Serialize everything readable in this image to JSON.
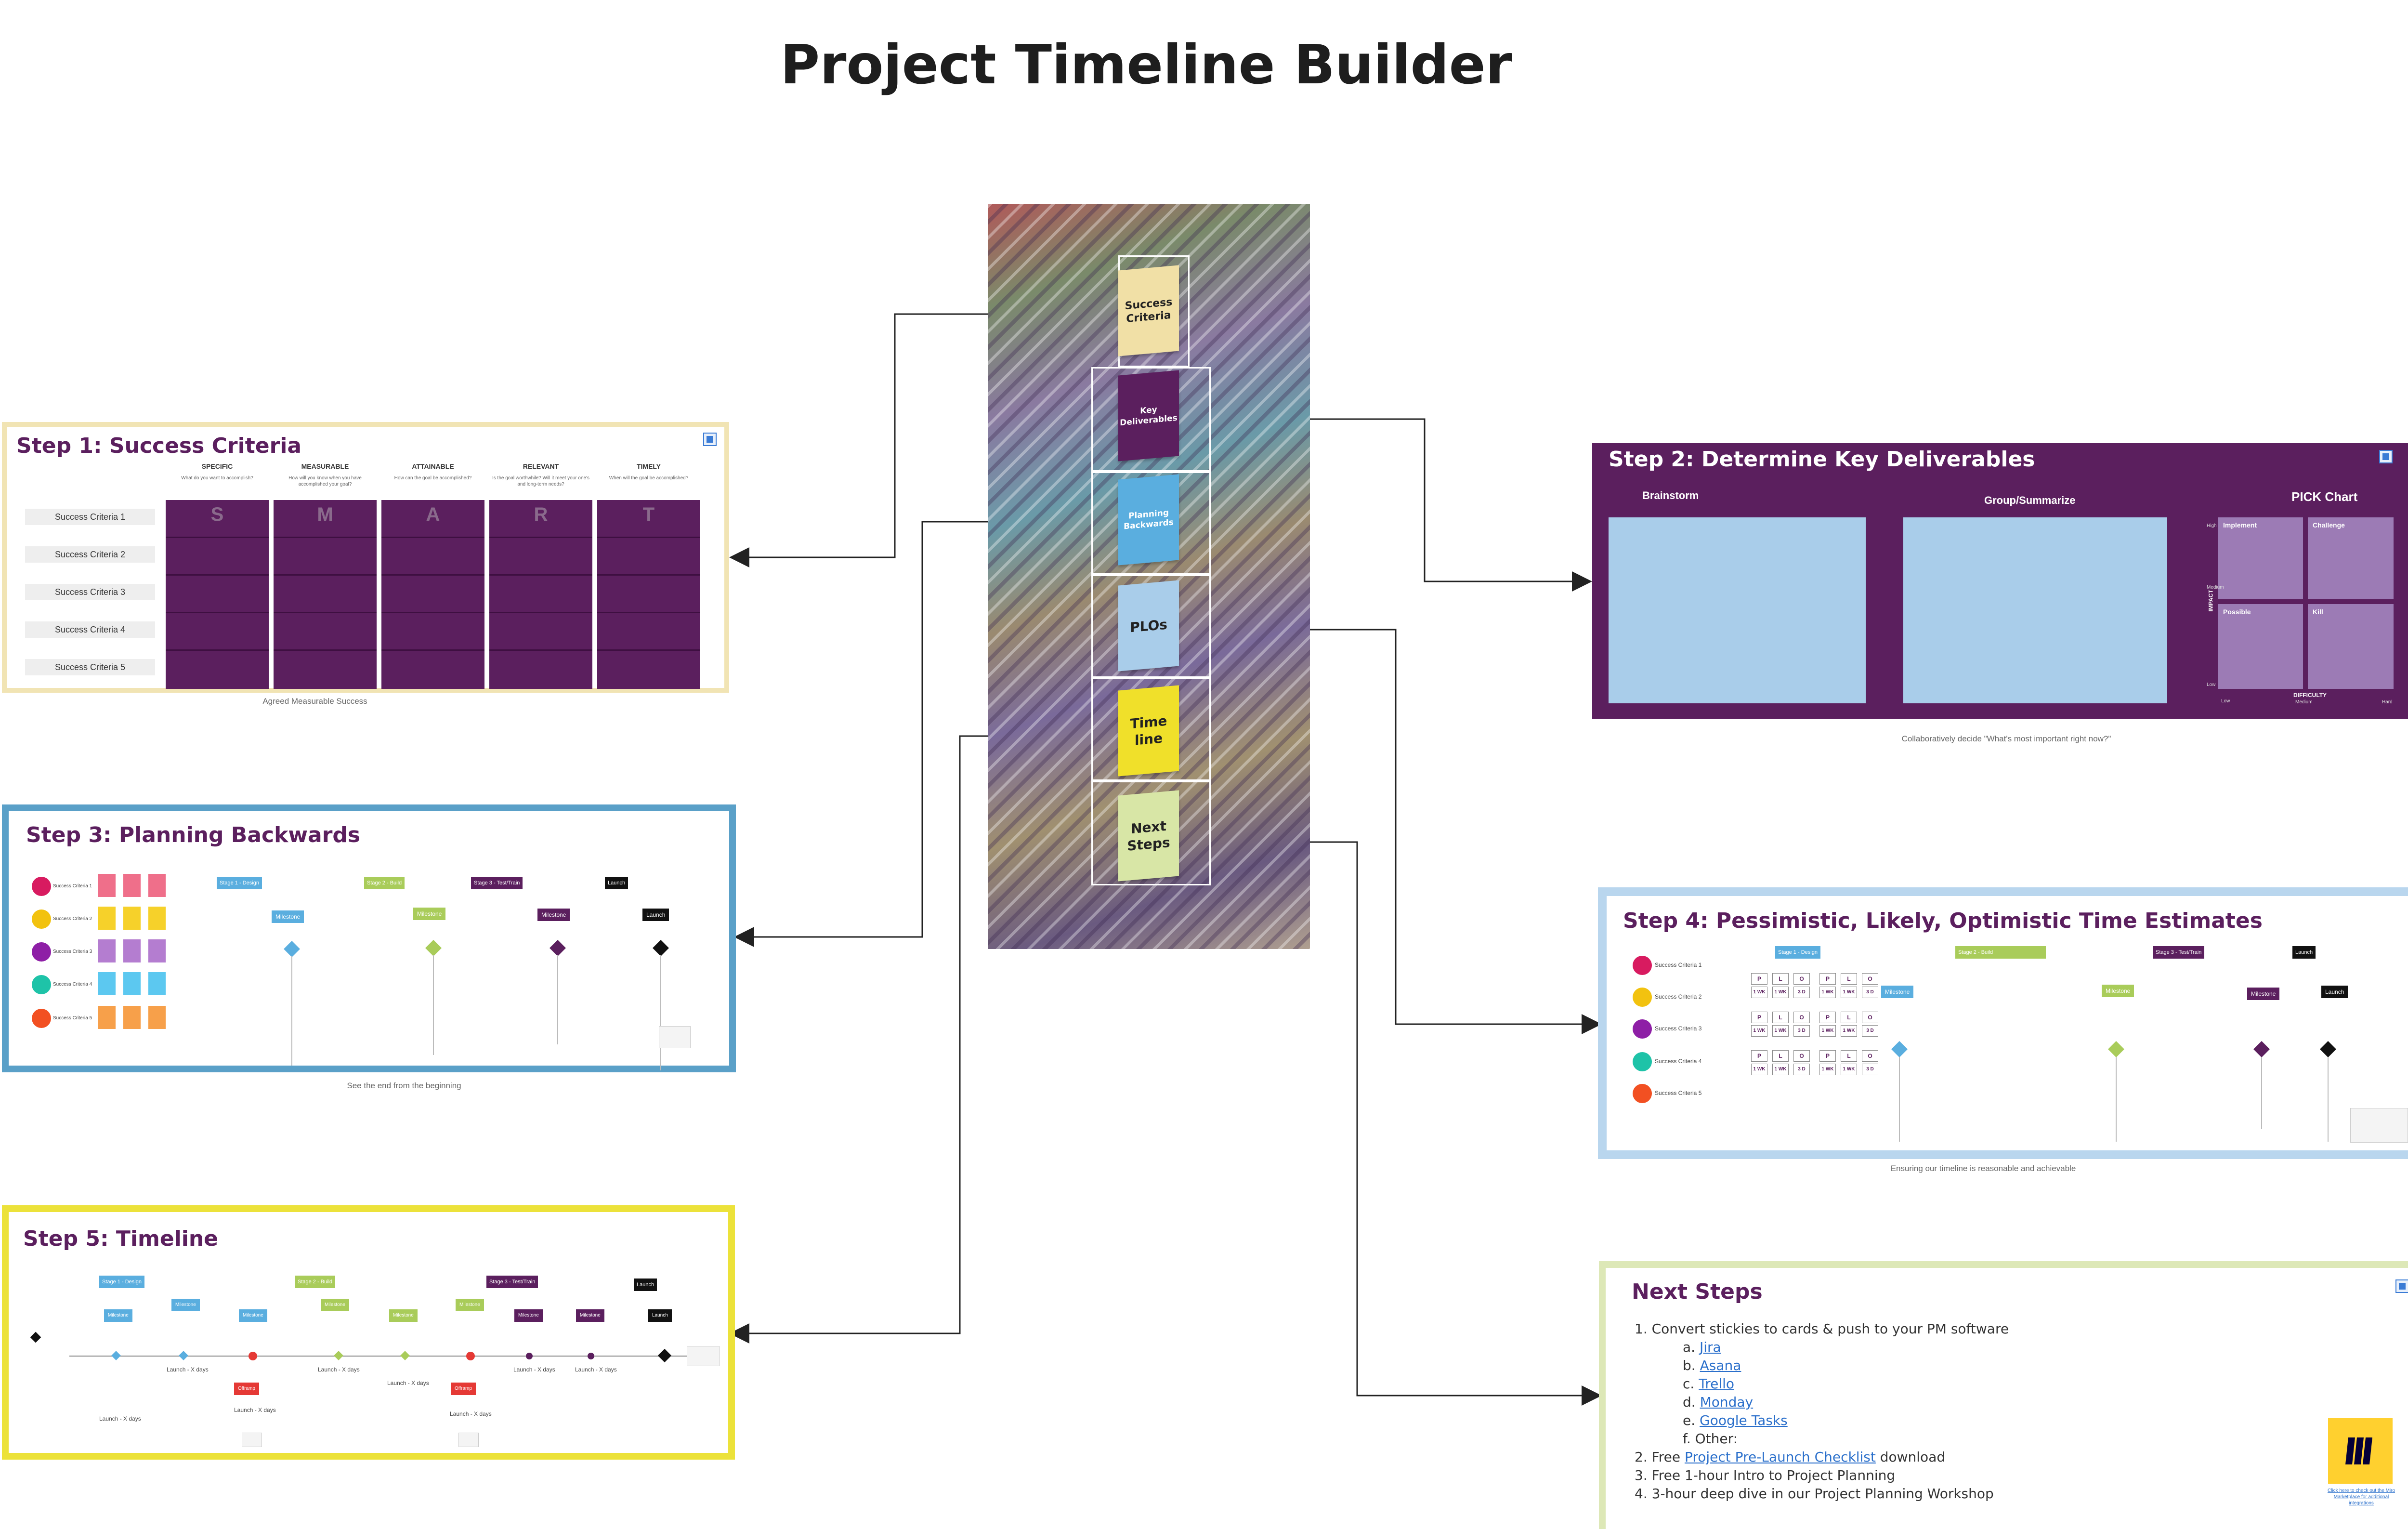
{
  "title": "Project Timeline Builder",
  "nav": [
    {
      "label": "Success Criteria",
      "color": "#f1e0a6",
      "text_color": "#222222"
    },
    {
      "label": "Key Deliverables",
      "color": "#5b1f5e",
      "text_color": "#ffffff"
    },
    {
      "label": "Planning Backwards",
      "color": "#5aaedf",
      "text_color": "#ffffff"
    },
    {
      "label": "PLOs",
      "color": "#a9cdea",
      "text_color": "#222222"
    },
    {
      "label": "Time line",
      "color": "#f0e02a",
      "text_color": "#222222"
    },
    {
      "label": "Next Steps",
      "color": "#d8e6a6",
      "text_color": "#222222"
    }
  ],
  "step1": {
    "title": "Step 1: Success Criteria",
    "caption": "Agreed Measurable Success",
    "border_color": "#f1e4b4",
    "columns": [
      {
        "head": "SPECIFIC",
        "sub": "What do you want to accomplish?",
        "letter": "S"
      },
      {
        "head": "MEASURABLE",
        "sub": "How will you know when you have accomplished your goal?",
        "letter": "M"
      },
      {
        "head": "ATTAINABLE",
        "sub": "How can the goal be accomplished?",
        "letter": "A"
      },
      {
        "head": "RELEVANT",
        "sub": "Is the goal worthwhile? Will it meet your one's and long-term needs?",
        "letter": "R"
      },
      {
        "head": "TIMELY",
        "sub": "When will the goal be accomplished?",
        "letter": "T"
      }
    ],
    "criteria": [
      "Success Criteria 1",
      "Success Criteria 2",
      "Success Criteria 3",
      "Success Criteria 4",
      "Success Criteria 5"
    ]
  },
  "step2": {
    "title": "Step 2: Determine Key Deliverables",
    "caption": "Collaboratively decide \"What's most important right now?\"",
    "brainstorm": "Brainstorm",
    "group": "Group/Summarize",
    "pick": "PICK Chart",
    "quadrants": [
      "Implement",
      "Challenge",
      "Possible",
      "Kill"
    ],
    "impact_label": "IMPACT",
    "impact_high": "High",
    "impact_medium": "Medium",
    "impact_low": "Low",
    "difficulty_label": "DIFFICULTY",
    "diff_low": "Low",
    "diff_medium": "Medium",
    "diff_hard": "Hard"
  },
  "step3": {
    "title": "Step 3: Planning Backwards",
    "caption": "See the end from the beginning",
    "criteria": [
      "Success Criteria 1",
      "Success Criteria 2",
      "Success Criteria 3",
      "Success Criteria 4",
      "Success Criteria 5"
    ],
    "stages": [
      "Stage 1 - Design",
      "Stage 2 - Build",
      "Stage 3 - Test/Train",
      "Launch"
    ],
    "milestones": [
      "Milestone",
      "Milestone",
      "Milestone",
      "Launch"
    ]
  },
  "step4": {
    "title": "Step 4: Pessimistic, Likely, Optimistic Time Estimates",
    "caption": "Ensuring our timeline is reasonable and achievable",
    "criteria": [
      "Success Criteria 1",
      "Success Criteria 2",
      "Success Criteria 3",
      "Success Criteria 4",
      "Success Criteria 5"
    ],
    "stages": [
      "Stage 1 - Design",
      "Stage 2 - Build",
      "Stage 3 - Test/Train",
      "Launch"
    ],
    "milestones": [
      "Milestone",
      "Milestone",
      "Milestone",
      "Launch"
    ],
    "plo_header": [
      "P",
      "L",
      "O",
      "P",
      "L",
      "O"
    ],
    "plo_values": [
      "1 WK",
      "1 WK",
      "3 D",
      "1 WK",
      "1 WK",
      "3 D"
    ]
  },
  "step5": {
    "title": "Step 5: Timeline",
    "stages": [
      "Stage 1 - Design",
      "Stage 2 - Build",
      "Stage 3 - Test/Train",
      "Launch"
    ],
    "milestone": "Milestone",
    "launch": "Launch",
    "offramp": "Offramp",
    "launch_days": "Launch - X days"
  },
  "next": {
    "title": "Next Steps",
    "item1": "Convert stickies to cards & push to your PM software",
    "sub": [
      {
        "marker": "a.",
        "text": "Jira"
      },
      {
        "marker": "b.",
        "text": "Asana"
      },
      {
        "marker": "c.",
        "text": "Trello"
      },
      {
        "marker": "d.",
        "text": "Monday"
      },
      {
        "marker": "e.",
        "text": "Google Tasks"
      },
      {
        "marker": "f.",
        "text": "Other:"
      }
    ],
    "item2_pre": "Free ",
    "item2_link": "Project Pre-Launch Checklist",
    "item2_post": " download",
    "item3": "Free 1-hour Intro to Project Planning",
    "item4": "3-hour deep dive in our Project Planning Workshop",
    "miro_caption": "Click here to check out the Miro Marketplace for additional integrations"
  },
  "colors": {
    "purple": "#5b1f5e",
    "yellow_border": "#ece23a",
    "blue_border": "#5aa0c8",
    "light_blue_border": "#b9d6ee",
    "green_border": "#dde8b7"
  }
}
